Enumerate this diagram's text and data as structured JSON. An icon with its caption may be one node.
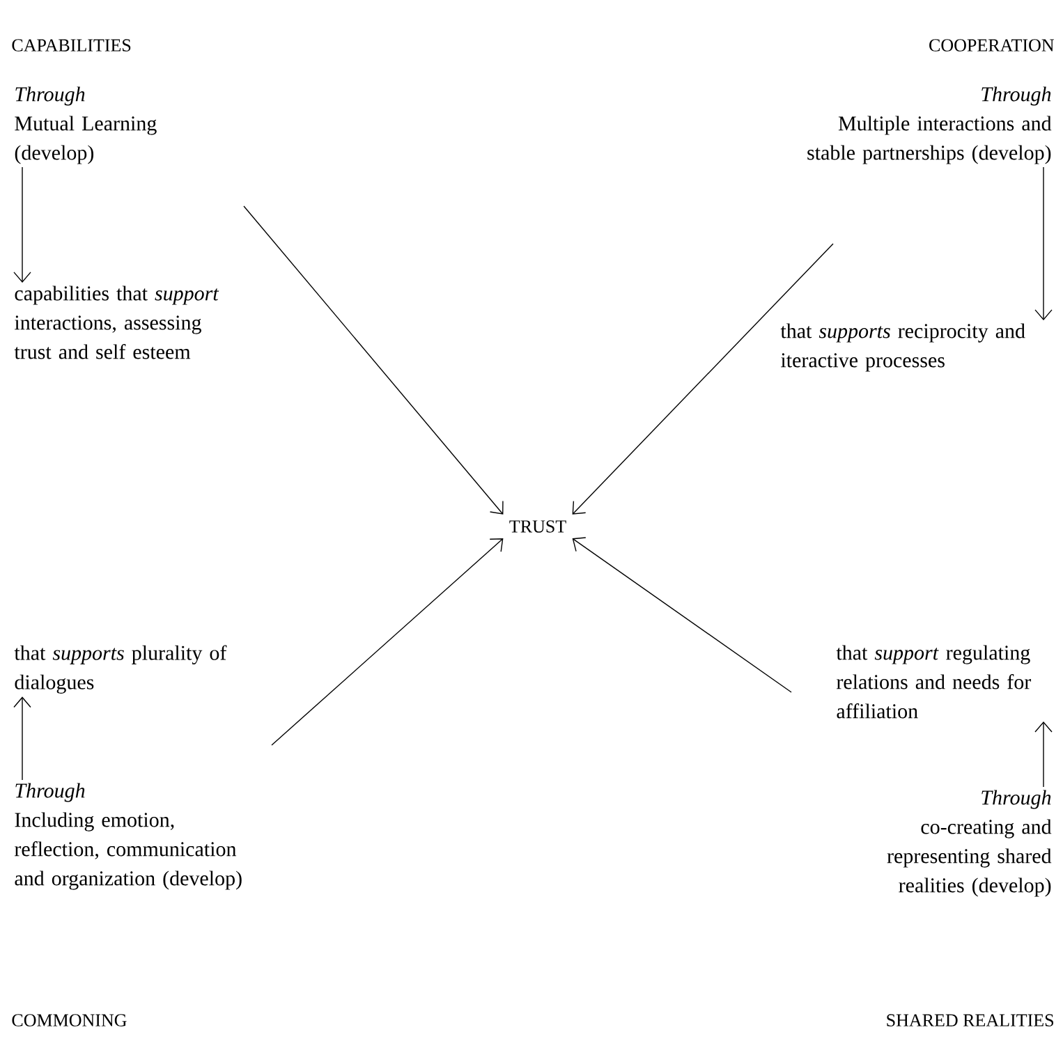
{
  "diagram": {
    "nodes": [
      {
        "text": [
          "TRUST"
        ]
      },
      {
        "text": [
          "Through",
          "Mutual Learning (develop)"
        ]
      },
      {
        "text": [
          "capabilities that *support* interactions, assessing trust and self esteem"
        ]
      },
      {
        "text": [
          "Through",
          "Multiple interactions and stable partnerships (develop)"
        ]
      },
      {
        "text": [
          "that *supports* reciprocity and iteractive processes"
        ]
      },
      {
        "text": [
          "that *supports* plurality of dialogues"
        ]
      },
      {
        "text": [
          "Through",
          "Including emotion, reflection, communication and organization (develop)"
        ]
      },
      {
        "text": [
          "that *support* regulating relations and needs for affiliation"
        ]
      },
      {
        "text": [
          "Through",
          "co-creating and representing shared realities (develop)"
        ]
      }
    ],
    "edges": [
      {
        "from": 1,
        "to": 2,
        "arrow": "to"
      },
      {
        "from": 3,
        "to": 4,
        "arrow": "to"
      },
      {
        "from": 6,
        "to": 5,
        "arrow": "to"
      },
      {
        "from": 8,
        "to": 7,
        "arrow": "to"
      },
      {
        "from": null,
        "to": 0,
        "arrow": "to"
      },
      {
        "from": null,
        "to": 0,
        "arrow": "to"
      },
      {
        "from": null,
        "to": 0,
        "arrow": "to"
      },
      {
        "from": null,
        "to": 0,
        "arrow": "to"
      }
    ],
    "labels": [
      "CAPABILITIES",
      "COOPERATION",
      "COMMONING",
      "SHARED REALITIES"
    ]
  }
}
